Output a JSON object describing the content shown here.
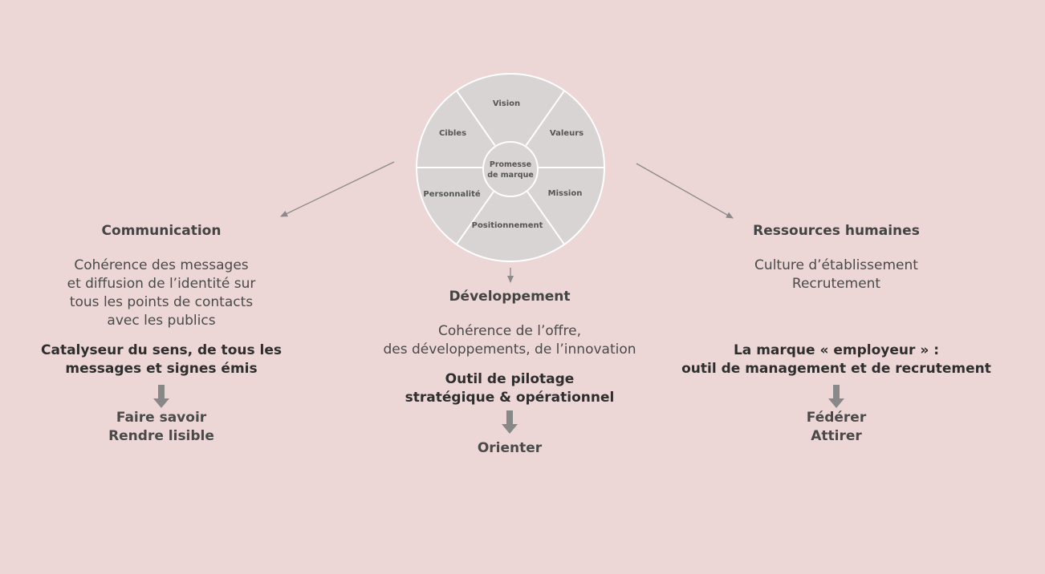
{
  "wheel": {
    "center": [
      "Promesse",
      "de marque"
    ],
    "segments": [
      "Vision",
      "Valeurs",
      "Mission",
      "Positionnement",
      "Personnalité",
      "Cibles"
    ]
  },
  "colors": {
    "background": "#ecd6d6",
    "wheel_fill": "#d9d4d4",
    "wheel_lines": "#ffffff",
    "arrow": "#7a7a7a",
    "text": "#3e3e3e"
  },
  "left": {
    "heading": "Communication",
    "desc": [
      "Cohérence des messages",
      "et diffusion de l’identité sur",
      "tous les points de contacts",
      "avec les publics"
    ],
    "strong": [
      "Catalyseur du sens, de tous les",
      "messages et signes émis"
    ],
    "outcome": [
      "Faire savoir",
      "Rendre lisible"
    ]
  },
  "center": {
    "heading": "Développement",
    "desc": [
      "Cohérence de l’offre,",
      "des développements, de l’innovation"
    ],
    "strong": [
      "Outil de pilotage",
      "stratégique & opérationnel"
    ],
    "outcome": [
      "Orienter"
    ]
  },
  "right": {
    "heading": "Ressources humaines",
    "desc": [
      "Culture d’établissement",
      "Recrutement"
    ],
    "strong": [
      "La marque « employeur » :",
      "outil de management et de recrutement"
    ],
    "outcome": [
      "Fédérer",
      "Attirer"
    ]
  }
}
